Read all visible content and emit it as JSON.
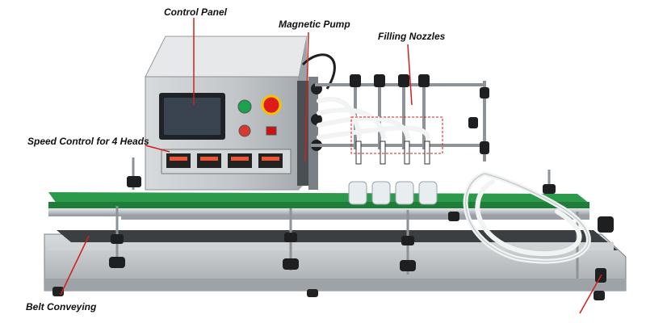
{
  "labels": {
    "control_panel": "Control Panel",
    "magnetic_pump": "Magnetic Pump",
    "filling_nozzles": "Filling Nozzles",
    "speed_control": "Speed Control for 4 Heads",
    "belt_conveying": "Belt Conveying"
  },
  "colors": {
    "leader": "#d0201c",
    "steel": "#bfc3c6",
    "belt": "#2b9a4a",
    "panel_screen": "#2e3440",
    "tube": "#f2f4f4"
  },
  "icons": {
    "start_button": "green-start-button-icon",
    "emergency_stop": "red-emergency-stop-icon",
    "touch_screen": "touch-screen-icon"
  }
}
